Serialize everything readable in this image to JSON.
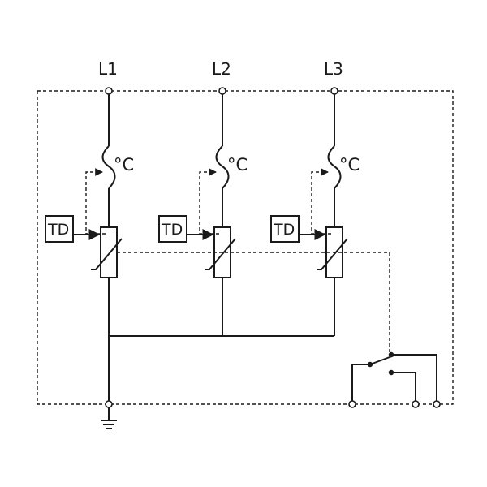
{
  "phases": [
    {
      "label": "L1",
      "td_label": "TD",
      "temp_label": "°C"
    },
    {
      "label": "L2",
      "td_label": "TD",
      "temp_label": "°C"
    },
    {
      "label": "L3",
      "td_label": "TD",
      "temp_label": "°C"
    }
  ],
  "icons": {
    "ground": "ground-icon",
    "varistor": "varistor-icon",
    "thermal_fuse": "thermal-fuse-icon",
    "switch": "changeover-switch-icon",
    "terminal": "terminal-icon"
  },
  "colors": {
    "line": "#1a1a1a",
    "background": "#ffffff"
  }
}
